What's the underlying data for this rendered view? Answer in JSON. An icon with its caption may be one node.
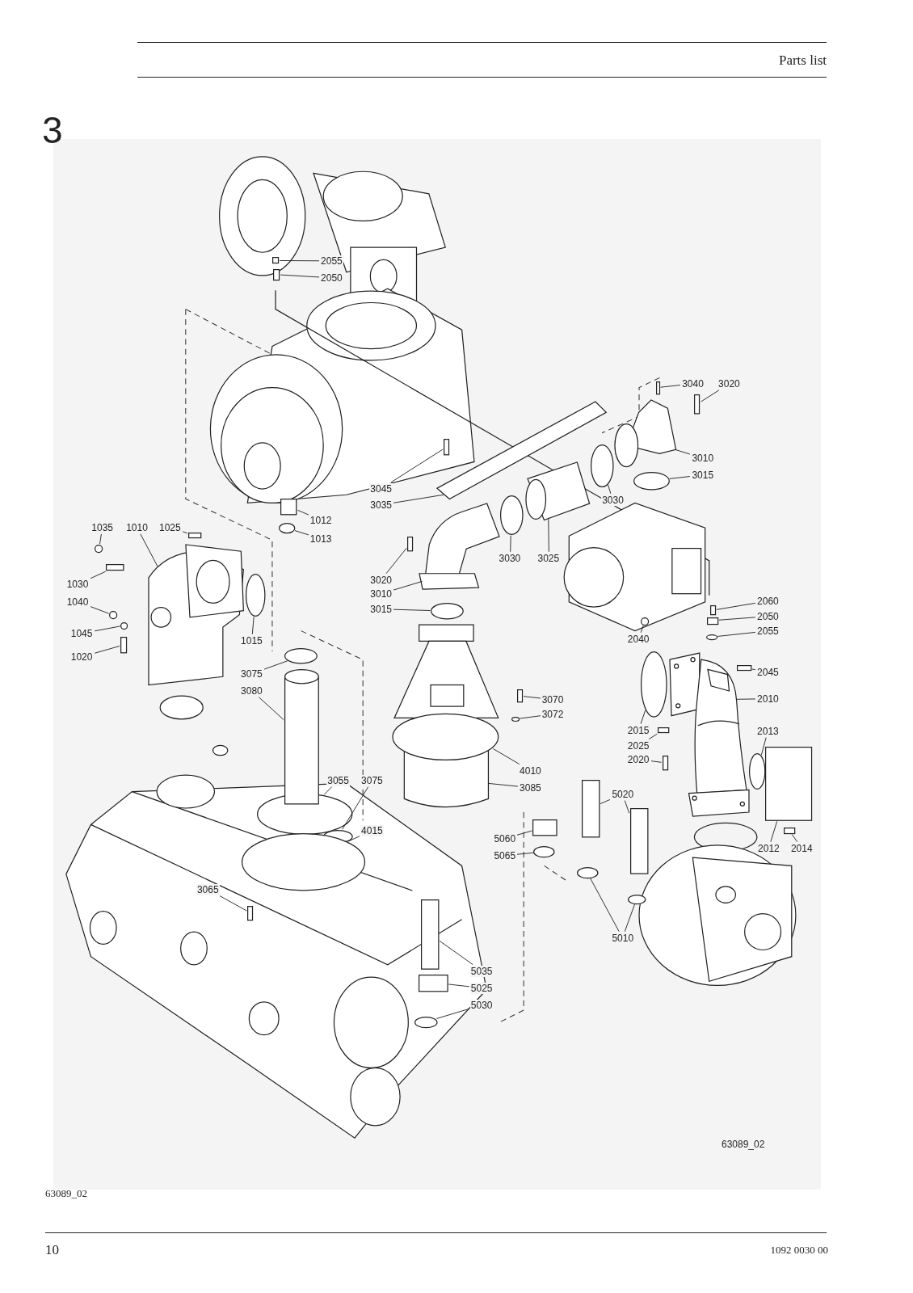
{
  "diagram": {
    "nodes": [
      {
        "text": [
          "2055"
        ]
      },
      {
        "text": [
          "2050"
        ]
      },
      {
        "text": [
          "3040"
        ]
      },
      {
        "text": [
          "3020"
        ]
      },
      {
        "text": [
          "3010"
        ]
      },
      {
        "text": [
          "3015"
        ]
      },
      {
        "text": [
          "3045"
        ]
      },
      {
        "text": [
          "3035"
        ]
      },
      {
        "text": [
          "3030"
        ]
      },
      {
        "text": [
          "1012"
        ]
      },
      {
        "text": [
          "1013"
        ]
      },
      {
        "text": [
          "1035"
        ]
      },
      {
        "text": [
          "1010"
        ]
      },
      {
        "text": [
          "1025"
        ]
      },
      {
        "text": [
          "3030"
        ]
      },
      {
        "text": [
          "3025"
        ]
      },
      {
        "text": [
          "1030"
        ]
      },
      {
        "text": [
          "3020"
        ]
      },
      {
        "text": [
          "3010"
        ]
      },
      {
        "text": [
          "3015"
        ]
      },
      {
        "text": [
          "2060"
        ]
      },
      {
        "text": [
          "2050"
        ]
      },
      {
        "text": [
          "2055"
        ]
      },
      {
        "text": [
          "1040"
        ]
      },
      {
        "text": [
          "2040"
        ]
      },
      {
        "text": [
          "1015"
        ]
      },
      {
        "text": [
          "1045"
        ]
      },
      {
        "text": [
          "1020"
        ]
      },
      {
        "text": [
          "2045"
        ]
      },
      {
        "text": [
          "3075"
        ]
      },
      {
        "text": [
          "2010"
        ]
      },
      {
        "text": [
          "3080"
        ]
      },
      {
        "text": [
          "3070"
        ]
      },
      {
        "text": [
          "3072"
        ]
      },
      {
        "text": [
          "2015"
        ]
      },
      {
        "text": [
          "2013"
        ]
      },
      {
        "text": [
          "2025"
        ]
      },
      {
        "text": [
          "2020"
        ]
      },
      {
        "text": [
          "3055"
        ]
      },
      {
        "text": [
          "3075"
        ]
      },
      {
        "text": [
          "4010"
        ]
      },
      {
        "text": [
          "3085"
        ]
      },
      {
        "text": [
          "5020"
        ]
      },
      {
        "text": [
          "4015"
        ]
      },
      {
        "text": [
          "5060"
        ]
      },
      {
        "text": [
          "2012"
        ]
      },
      {
        "text": [
          "2014"
        ]
      },
      {
        "text": [
          "5065"
        ]
      },
      {
        "text": [
          "3065"
        ]
      },
      {
        "text": [
          "5010"
        ]
      },
      {
        "text": [
          "5035"
        ]
      },
      {
        "text": [
          "5025"
        ]
      },
      {
        "text": [
          "5030"
        ]
      },
      {
        "text": [],
        "shape": "box"
      },
      {
        "text": [],
        "shape": "box"
      },
      {
        "text": [],
        "shape": "circle"
      },
      {
        "text": [],
        "shape": "circle"
      },
      {
        "text": [],
        "shape": "circle"
      },
      {
        "text": [],
        "shape": "box"
      },
      {
        "text": [],
        "shape": "box"
      },
      {
        "text": [],
        "shape": "circle"
      },
      {
        "text": [],
        "shape": "circle"
      },
      {
        "text": [],
        "shape": "circle"
      },
      {
        "text": [],
        "shape": "circle"
      },
      {
        "text": [],
        "shape": "circle"
      },
      {
        "text": [],
        "shape": "circle"
      },
      {
        "text": [],
        "shape": "circle"
      },
      {
        "text": [],
        "shape": "picture"
      },
      {
        "text": [],
        "shape": "box"
      },
      {
        "text": [],
        "shape": "box"
      },
      {
        "text": [],
        "shape": "box"
      },
      {
        "text": [],
        "shape": "circle"
      },
      {
        "text": [],
        "shape": "circle"
      },
      {
        "text": [],
        "shape": "circle"
      },
      {
        "text": [],
        "shape": "box"
      },
      {
        "text": [],
        "shape": "circle"
      },
      {
        "text": [],
        "shape": "circle"
      },
      {
        "text": [],
        "shape": "circle"
      },
      {
        "text": [],
        "shape": "circle"
      },
      {
        "text": [],
        "shape": "box"
      },
      {
        "text": [],
        "shape": "box"
      },
      {
        "text": [],
        "shape": "box"
      },
      {
        "text": [],
        "shape": "box"
      },
      {
        "text": [],
        "shape": "picture"
      },
      {
        "text": [],
        "shape": "circle"
      },
      {
        "text": [],
        "shape": "box"
      },
      {
        "text": [],
        "shape": "picture"
      },
      {
        "text": [],
        "shape": "circle"
      },
      {
        "text": [],
        "shape": "picture"
      },
      {
        "text": [],
        "shape": "box"
      },
      {
        "text": [],
        "shape": "circle"
      },
      {
        "text": [],
        "shape": "picture"
      },
      {
        "text": [],
        "shape": "box"
      },
      {
        "text": [],
        "shape": "box"
      },
      {
        "text": [],
        "shape": "picture"
      },
      {
        "text": [],
        "shape": "circle"
      },
      {
        "text": [],
        "shape": "box"
      },
      {
        "text": [],
        "shape": "box"
      },
      {
        "text": [],
        "shape": "picture"
      },
      {
        "text": [],
        "shape": "cylinder"
      },
      {
        "text": [],
        "shape": "box"
      },
      {
        "text": [],
        "shape": "box"
      },
      {
        "text": [],
        "shape": "box"
      },
      {
        "text": [],
        "shape": "box"
      },
      {
        "text": [],
        "shape": "box"
      },
      {
        "text": [],
        "shape": "circle"
      },
      {
        "text": [],
        "shape": "box"
      }
    ],
    "edges": [
      {
        "from": 0,
        "to": 80,
        "arrow": "none"
      },
      {
        "from": 1,
        "to": 81,
        "arrow": "none"
      },
      {
        "from": 2,
        "to": 82,
        "arrow": "none"
      },
      {
        "from": 3,
        "to": 53,
        "arrow": "none"
      },
      {
        "from": 4,
        "to": 83,
        "arrow": "none"
      },
      {
        "from": 5,
        "to": 84,
        "arrow": "none"
      },
      {
        "from": 6,
        "to": 85,
        "arrow": "none"
      },
      {
        "from": 7,
        "to": 86,
        "arrow": "none"
      },
      {
        "from": 8,
        "to": 87,
        "arrow": "none"
      },
      {
        "from": 9,
        "to": 54,
        "arrow": "none"
      },
      {
        "from": 10,
        "to": 55,
        "arrow": "none"
      },
      {
        "from": 11,
        "to": 56,
        "arrow": "none"
      },
      {
        "from": 12,
        "to": 88,
        "arrow": "none"
      },
      {
        "from": 13,
        "to": 89,
        "arrow": "none"
      },
      {
        "from": 14,
        "to": 90,
        "arrow": "none"
      },
      {
        "from": 15,
        "to": 91,
        "arrow": "none"
      },
      {
        "from": 16,
        "to": 92,
        "arrow": "none"
      },
      {
        "from": 17,
        "to": 93,
        "arrow": "none"
      },
      {
        "from": 18,
        "to": 94,
        "arrow": "none"
      },
      {
        "from": 19,
        "to": 57,
        "arrow": "none"
      },
      {
        "from": 20,
        "to": 58,
        "arrow": "none"
      },
      {
        "from": 21,
        "to": 59,
        "arrow": "none"
      },
      {
        "from": 22,
        "to": 60,
        "arrow": "none"
      },
      {
        "from": 23,
        "to": 61,
        "arrow": "none"
      },
      {
        "from": 24,
        "to": 62,
        "arrow": "none"
      },
      {
        "from": 25,
        "to": 95,
        "arrow": "none"
      },
      {
        "from": 26,
        "to": 63,
        "arrow": "none"
      },
      {
        "from": 27,
        "to": 96,
        "arrow": "none"
      },
      {
        "from": 28,
        "to": 97,
        "arrow": "none"
      },
      {
        "from": 29,
        "to": 64,
        "arrow": "none"
      },
      {
        "from": 30,
        "to": 98,
        "arrow": "none"
      },
      {
        "from": 31,
        "to": 99,
        "arrow": "none"
      },
      {
        "from": 32,
        "to": 100,
        "arrow": "none"
      },
      {
        "from": 33,
        "to": 65,
        "arrow": "none"
      },
      {
        "from": 34,
        "to": 76,
        "arrow": "none"
      },
      {
        "from": 35,
        "to": 77,
        "arrow": "none"
      },
      {
        "from": 36,
        "to": 101,
        "arrow": "none"
      },
      {
        "from": 37,
        "to": 102,
        "arrow": "none"
      },
      {
        "from": 38,
        "to": 66,
        "arrow": "none"
      },
      {
        "from": 39,
        "to": 78,
        "arrow": "none"
      },
      {
        "from": 40,
        "to": 67,
        "arrow": "none"
      },
      {
        "from": 41,
        "to": 67,
        "arrow": "none"
      },
      {
        "from": 42,
        "to": 103,
        "arrow": "none"
      },
      {
        "from": 42,
        "to": 104,
        "arrow": "none"
      },
      {
        "from": 43,
        "to": 105,
        "arrow": "none"
      },
      {
        "from": 44,
        "to": 68,
        "arrow": "none"
      },
      {
        "from": 45,
        "to": 69,
        "arrow": "none"
      },
      {
        "from": 46,
        "to": 70,
        "arrow": "none"
      },
      {
        "from": 47,
        "to": 71,
        "arrow": "none"
      },
      {
        "from": 48,
        "to": 106,
        "arrow": "none"
      },
      {
        "from": 49,
        "to": 72,
        "arrow": "none"
      },
      {
        "from": 49,
        "to": 73,
        "arrow": "none"
      },
      {
        "from": 50,
        "to": 79,
        "arrow": "none"
      },
      {
        "from": 51,
        "to": 74,
        "arrow": "none"
      },
      {
        "from": 52,
        "to": 75,
        "arrow": "none"
      }
    ],
    "labels": [
      "Parts list",
      "3",
      "63089_02",
      "63089_02",
      "10",
      "1092 0030 00"
    ]
  }
}
